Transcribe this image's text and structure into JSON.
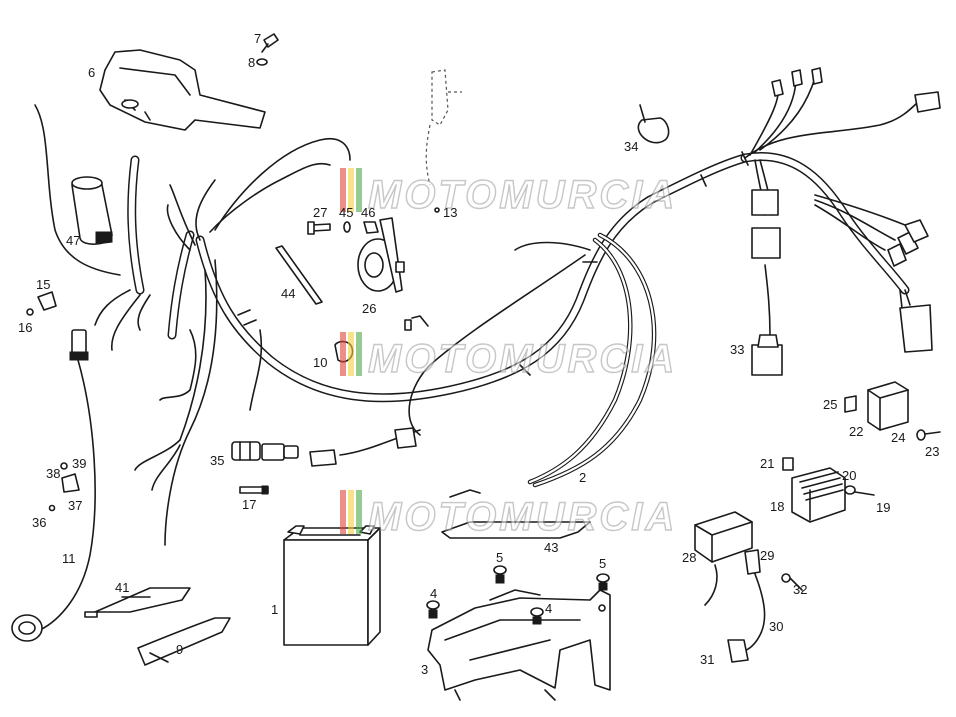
{
  "labels": {
    "l1": "1",
    "l2": "2",
    "l3": "3",
    "l4a": "4",
    "l4b": "4",
    "l5a": "5",
    "l5b": "5",
    "l6": "6",
    "l7": "7",
    "l8": "8",
    "l9": "9",
    "l10": "10",
    "l11": "11",
    "l13": "13",
    "l15": "15",
    "l16": "16",
    "l17": "17",
    "l18": "18",
    "l19": "19",
    "l20": "20",
    "l21": "21",
    "l22": "22",
    "l23": "23",
    "l24": "24",
    "l25": "25",
    "l26": "26",
    "l27": "27",
    "l28": "28",
    "l29": "29",
    "l30": "30",
    "l31": "31",
    "l32": "32",
    "l33": "33",
    "l34": "34",
    "l35": "35",
    "l36": "36",
    "l37": "37",
    "l38": "38",
    "l39": "39",
    "l41": "41",
    "l43": "43",
    "l44": "44",
    "l45": "45",
    "l46": "46",
    "l47": "47"
  },
  "watermark": {
    "text": "MOTOMURCIA"
  },
  "colors": {
    "line": "#1a1a1a",
    "watermark_red": "#e0453a",
    "watermark_yellow": "#f2d13b",
    "watermark_green": "#4fa84a"
  }
}
